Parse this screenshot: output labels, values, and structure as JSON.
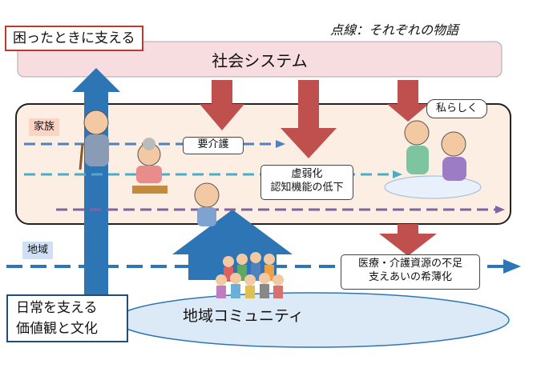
{
  "top_callout": "困ったときに支える",
  "dotted_note": "点線：それぞれの物語",
  "social_system": "社会システム",
  "family_tag": "家族",
  "watashirashiku": "私らしく",
  "youkaigo": "要介護",
  "frail_line1": "虚弱化",
  "frail_line2": "認知機能の低下",
  "region_tag": "地域",
  "shortage_line1": "医療・介護資源の不足",
  "shortage_line2": "支えあいの希薄化",
  "daily_values_line1": "日常を支える",
  "daily_values_line2": "価値観と文化",
  "community": "地域コミュニティ",
  "colors": {
    "system_pink": "#f7dce0",
    "family_fill": "#fdeee4",
    "down_arrow_red": "#c0504d",
    "up_arrow_blue": "#2e75b6",
    "dash_blue": "#4f81bd",
    "dash_cyan": "#4bacc6",
    "dash_purple": "#8064a2",
    "community_fill": "#dce9f7"
  }
}
